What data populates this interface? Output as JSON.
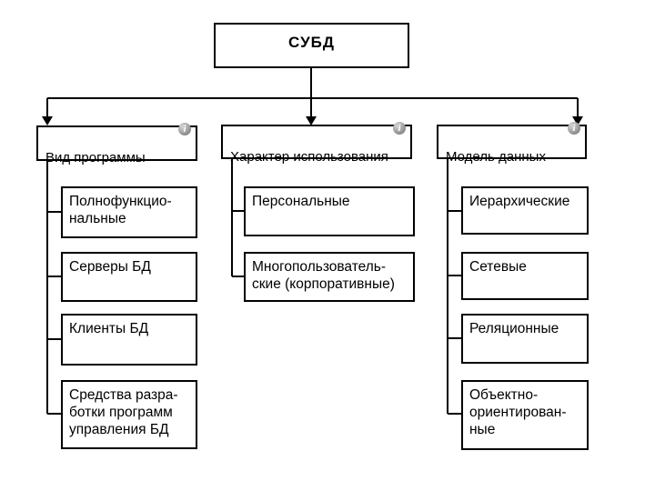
{
  "colors": {
    "background": "#ffffff",
    "line": "#000000",
    "box_border": "#000000",
    "box_fill": "#ffffff",
    "text": "#000000",
    "info_icon_bg": "#8c8c8c"
  },
  "icons": {
    "info_glyph": "i"
  },
  "root": {
    "label": "СУБД"
  },
  "branches": [
    {
      "label": "Вид программы",
      "children": [
        "Полнофункцио-\nнальные",
        "Серверы БД",
        "Клиенты БД",
        "Средства разра-\nботки программ\nуправления БД"
      ]
    },
    {
      "label": "Характер использования",
      "children": [
        "Персональные",
        "Многопользователь-\nские (корпоративные)"
      ]
    },
    {
      "label": "Модель данных",
      "children": [
        "Иерархические",
        "Сетевые",
        "Реляционные",
        "Объектно-\nориентирован-\nные"
      ]
    }
  ]
}
